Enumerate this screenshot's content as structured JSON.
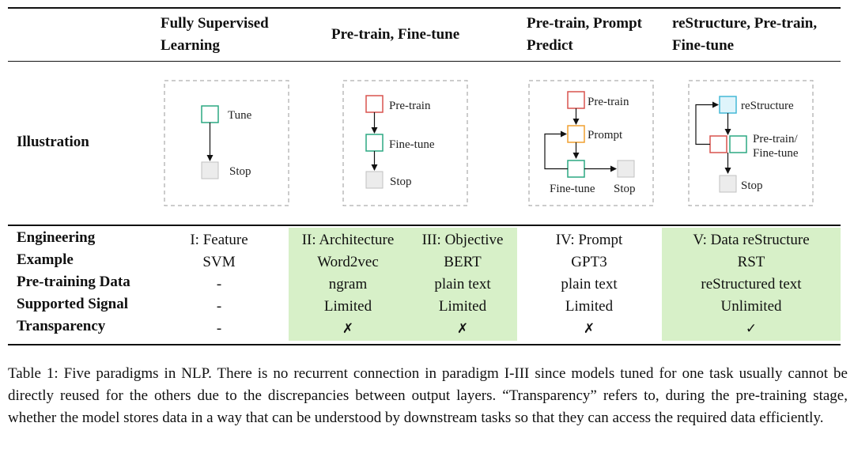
{
  "headers": {
    "col1": "Fully Supervised Learning",
    "col2": "Pre-train, Fine-tune",
    "col3": "Pre-train, Prompt Predict",
    "col4": "reStructure, Pre-train, Fine-tune"
  },
  "illustration_label": "Illustration",
  "diagram_labels": {
    "d1_tune": "Tune",
    "d1_stop": "Stop",
    "d2_pretrain": "Pre-train",
    "d2_finetune": "Fine-tune",
    "d2_stop": "Stop",
    "d3_pretrain": "Pre-train",
    "d3_prompt": "Prompt",
    "d3_finetune": "Fine-tune",
    "d3_stop": "Stop",
    "d4_restructure": "reStructure",
    "d4_pretrain_line1": "Pre-train/",
    "d4_pretrain_line2": "Fine-tune",
    "d4_stop": "Stop"
  },
  "colors": {
    "green_fill": "#d7f0c8",
    "box_teal": "#2ca882",
    "box_red": "#d9534f",
    "box_orange": "#f0a030",
    "box_cyan": "#45b9d6",
    "box_gray": "#b8b8b8"
  },
  "table": {
    "row_labels": [
      "Engineering",
      "Example",
      "Pre-training Data",
      "Supported Signal",
      "Transparency"
    ],
    "col1": [
      "I: Feature",
      "SVM",
      "-",
      "-",
      "-"
    ],
    "col2": [
      "II: Architecture",
      "Word2vec",
      "ngram",
      "Limited",
      "✗"
    ],
    "col3": [
      "III: Objective",
      "BERT",
      "plain text",
      "Limited",
      "✗"
    ],
    "col4": [
      "IV: Prompt",
      "GPT3",
      "plain text",
      "Limited",
      "✗"
    ],
    "col5": [
      "V: Data reStructure",
      "RST",
      "reStructured text",
      "Unlimited",
      "✓"
    ]
  },
  "caption": "Table 1: Five paradigms in NLP. There is no recurrent connection in paradigm I-III since models tuned for one task usually cannot be directly reused for the others due to the discrepancies between output layers. “Transparency” refers to, during the pre-training stage, whether the model stores data in a way that can be understood by downstream tasks so that they can access the required data efficiently."
}
